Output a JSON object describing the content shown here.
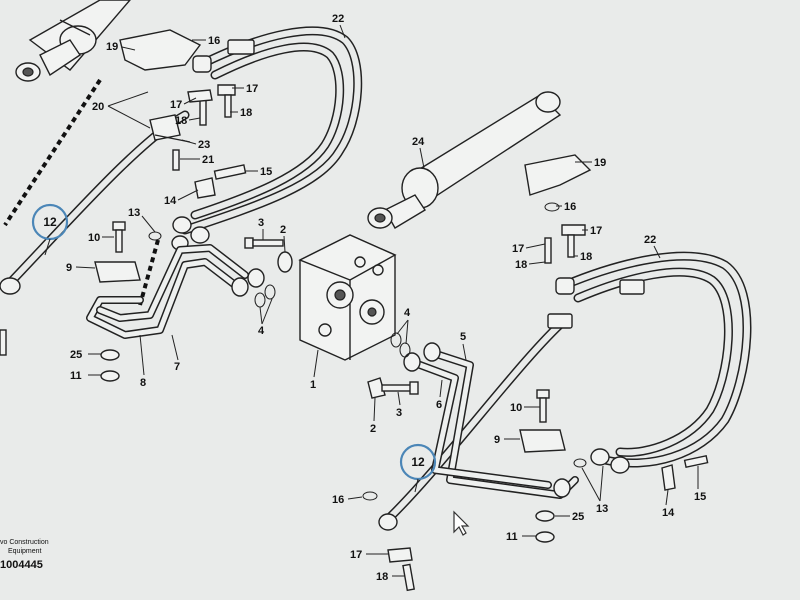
{
  "diagram": {
    "footer": {
      "brand_line1": "vo Construction",
      "brand_line2": "Equipment",
      "code": "1004445"
    },
    "callouts": [
      {
        "id": "12a",
        "label": "12"
      },
      {
        "id": "12b",
        "label": "12"
      }
    ],
    "part_labels": [
      {
        "id": "p16a",
        "label": "16"
      },
      {
        "id": "p22a",
        "label": "22"
      },
      {
        "id": "p19a",
        "label": "19"
      },
      {
        "id": "p17a",
        "label": "17"
      },
      {
        "id": "p17b",
        "label": "17"
      },
      {
        "id": "p18a",
        "label": "18"
      },
      {
        "id": "p18b",
        "label": "18"
      },
      {
        "id": "p20a",
        "label": "20"
      },
      {
        "id": "p23a",
        "label": "23"
      },
      {
        "id": "p21a",
        "label": "21"
      },
      {
        "id": "p15a",
        "label": "15"
      },
      {
        "id": "p14a",
        "label": "14"
      },
      {
        "id": "p13a",
        "label": "13"
      },
      {
        "id": "p10a",
        "label": "10"
      },
      {
        "id": "p9a",
        "label": "9"
      },
      {
        "id": "p3a",
        "label": "3"
      },
      {
        "id": "p2a",
        "label": "2"
      },
      {
        "id": "p4a",
        "label": "4"
      },
      {
        "id": "p25a",
        "label": "25"
      },
      {
        "id": "p11a",
        "label": "11"
      },
      {
        "id": "p8a",
        "label": "8"
      },
      {
        "id": "p7a",
        "label": "7"
      },
      {
        "id": "p1a",
        "label": "1"
      },
      {
        "id": "p24a",
        "label": "24"
      },
      {
        "id": "p19b",
        "label": "19"
      },
      {
        "id": "p16b",
        "label": "16"
      },
      {
        "id": "p17c",
        "label": "17"
      },
      {
        "id": "p17d",
        "label": "17"
      },
      {
        "id": "p18c",
        "label": "18"
      },
      {
        "id": "p18d",
        "label": "18"
      },
      {
        "id": "p22b",
        "label": "22"
      },
      {
        "id": "p4b",
        "label": "4"
      },
      {
        "id": "p5a",
        "label": "5"
      },
      {
        "id": "p6a",
        "label": "6"
      },
      {
        "id": "p3b",
        "label": "3"
      },
      {
        "id": "p2b",
        "label": "2"
      },
      {
        "id": "p10b",
        "label": "10"
      },
      {
        "id": "p9b",
        "label": "9"
      },
      {
        "id": "p13b",
        "label": "13"
      },
      {
        "id": "p14b",
        "label": "14"
      },
      {
        "id": "p15b",
        "label": "15"
      },
      {
        "id": "p25b",
        "label": "25"
      },
      {
        "id": "p11b",
        "label": "11"
      },
      {
        "id": "p16c",
        "label": "16"
      },
      {
        "id": "p17e",
        "label": "17"
      },
      {
        "id": "p18e",
        "label": "18"
      }
    ],
    "colors": {
      "background": "#e9ebea",
      "callout_ring": "#4b86b7",
      "line": "#222222"
    },
    "icons": [
      "mouse-pointer-icon"
    ]
  }
}
